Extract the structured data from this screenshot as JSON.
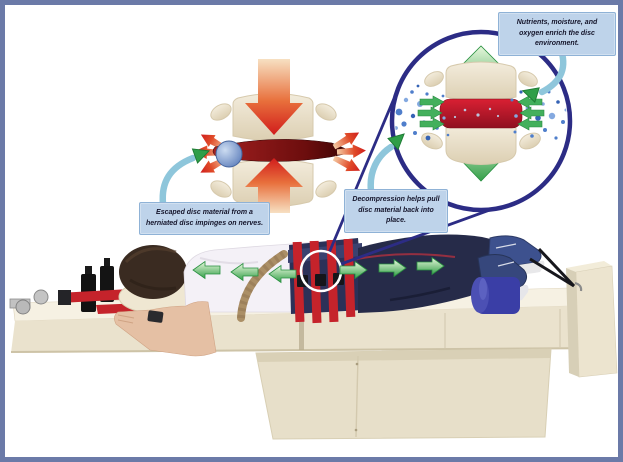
{
  "callouts": {
    "escaped_disc": "Escaped disc material from a herniated disc impinges on nerves.",
    "decompression": "Decompression helps pull disc material back into place.",
    "nutrients": "Nutrients, moisture, and oxygen enrich the disc environment."
  },
  "colors": {
    "frame_border": "#6b7aa8",
    "callout_bg": "#bed3ea",
    "callout_border": "#8fb2d6",
    "magnifier_navy": "#2c2c85",
    "traction_green": "#3aa24d",
    "compression_red": "#d11c1c",
    "bone_cream": "#ece2cd",
    "disc_dark_red": "#5f0a0a",
    "disc_bright_red": "#c8182b",
    "herniation_blue": "#5b7cba",
    "nutrient_dot_blue": "#4f7ecb",
    "table_cream": "#eae2cd",
    "harness_navy": "#2c3158",
    "harness_red": "#c5232b",
    "bolster_blue": "#3a3ea6",
    "sneaker_blue": "#3d518e"
  }
}
